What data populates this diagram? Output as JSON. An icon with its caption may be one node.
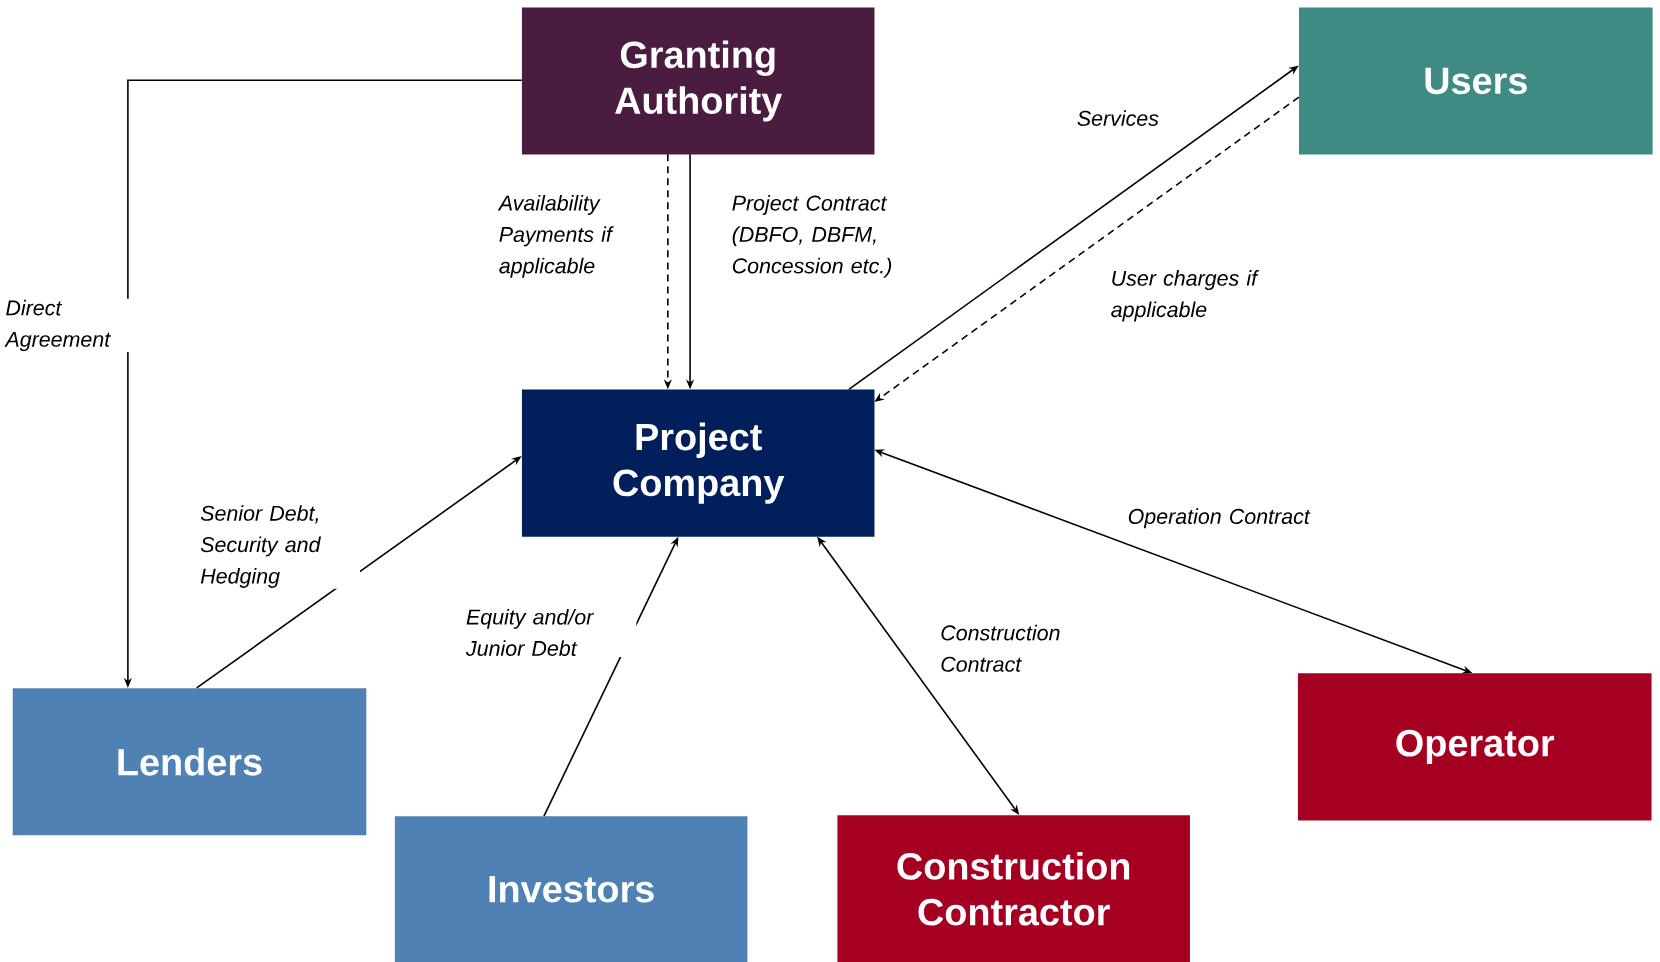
{
  "diagram": {
    "nodes": [
      {
        "text": [
          "Granting Authority"
        ]
      },
      {
        "text": [
          "Users"
        ]
      },
      {
        "text": [
          "Project Company"
        ]
      },
      {
        "text": [
          "Lenders"
        ]
      },
      {
        "text": [
          "Investors"
        ]
      },
      {
        "text": [
          "Construction Contractor"
        ]
      },
      {
        "text": [
          "Operator"
        ]
      }
    ],
    "edges": [
      {
        "from": 0,
        "to": 3,
        "arrow": "to",
        "label": "Direct Agreement"
      },
      {
        "from": 0,
        "to": 2,
        "arrow": "to",
        "style": "dashed",
        "label": "Availability Payments if applicable"
      },
      {
        "from": 0,
        "to": 2,
        "arrow": "to",
        "label": "Project Contract (DBFO, DBFM, Concession etc.)"
      },
      {
        "from": 2,
        "to": 1,
        "arrow": "to",
        "label": "Services"
      },
      {
        "from": 1,
        "to": 2,
        "arrow": "to",
        "style": "dashed",
        "label": "User charges if applicable"
      },
      {
        "from": 3,
        "to": 2,
        "arrow": "to",
        "label": "Senior Debt, Security and Hedging"
      },
      {
        "from": 4,
        "to": 2,
        "arrow": "to",
        "label": "Equity and/or Junior Debt"
      },
      {
        "from": 2,
        "to": 5,
        "arrow": "both",
        "label": "Construction Contract"
      },
      {
        "from": 2,
        "to": 6,
        "arrow": "both",
        "label": "Operation Contract"
      }
    ]
  }
}
